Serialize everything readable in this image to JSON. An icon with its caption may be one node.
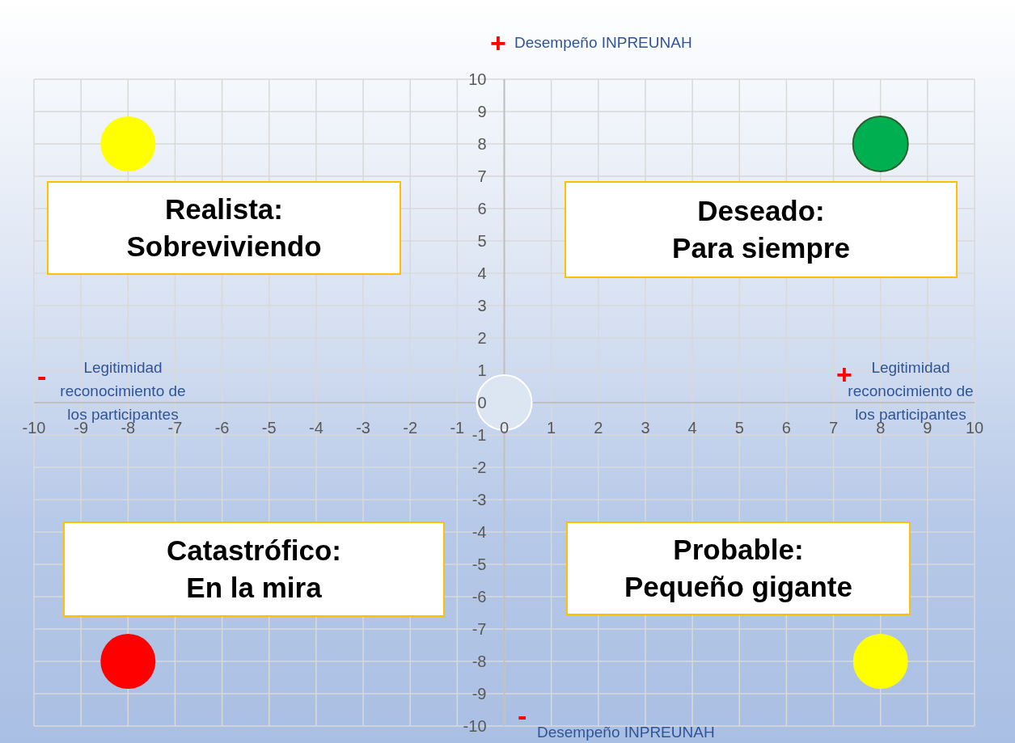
{
  "diagram": {
    "nodes": [
      {
        "text": [
          "Realista:",
          "Sobreviviendo"
        ]
      },
      {
        "text": [
          "Deseado:",
          "Para siempre"
        ]
      },
      {
        "text": [
          "Catastrófico:",
          "En la mira"
        ]
      },
      {
        "text": [
          "Probable:",
          "Pequeño gigante"
        ]
      }
    ],
    "labels": [
      "+",
      "Desempeño INPREUNAH",
      "-",
      "Legitimidad reconocimiento de los participantes",
      "+",
      "Legitimidad reconocimiento de los participantes",
      "-",
      "Desempeño INPREUNAH"
    ],
    "chart_data": {
      "type": "scatter",
      "x": [
        -8,
        0,
        8
      ],
      "xlim": [
        -10,
        10
      ],
      "ylim": [
        -10,
        10
      ],
      "grid": true,
      "xticks": [
        -10,
        -9,
        -8,
        -7,
        -6,
        -5,
        -4,
        -3,
        -2,
        -1,
        0,
        1,
        2,
        3,
        4,
        5,
        6,
        7,
        8,
        9,
        10
      ],
      "yticks": [
        -10,
        -9,
        -8,
        -7,
        -6,
        -5,
        -4,
        -3,
        -2,
        -1,
        0,
        1,
        2,
        3,
        4,
        5,
        6,
        7,
        8,
        9,
        10
      ],
      "series": [
        {
          "color": "#ffff00",
          "values": [
            8,
            null,
            -8
          ]
        },
        {
          "color": "#00b050",
          "values": [
            null,
            null,
            8
          ]
        },
        {
          "color": "#ff0000",
          "values": [
            -8,
            null,
            null
          ]
        },
        {
          "color": "#dce6f2",
          "values": [
            null,
            0,
            null
          ]
        }
      ]
    }
  }
}
